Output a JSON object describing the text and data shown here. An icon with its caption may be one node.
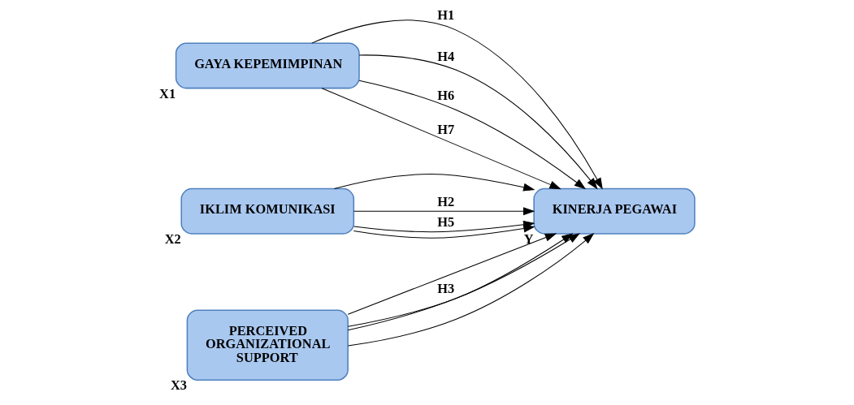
{
  "diagram": {
    "nodes": [
      {
        "text": [
          "GAYA KEPEMIMPINAN"
        ],
        "beside": [
          "X1"
        ]
      },
      {
        "text": [
          "IKLIM KOMUNIKASI"
        ],
        "beside": [
          "X2"
        ]
      },
      {
        "text": [
          "PERCEIVED ORGANIZATIONAL SUPPORT"
        ],
        "beside": [
          "X3"
        ]
      },
      {
        "text": [
          "KINERJA PEGAWAI"
        ],
        "beside": [
          "Y"
        ]
      }
    ],
    "edges": [
      {
        "from": 0,
        "to": 3,
        "arrow": "to",
        "label": "H1"
      },
      {
        "from": 0,
        "to": 3,
        "arrow": "to",
        "label": "H4"
      },
      {
        "from": 1,
        "to": 3,
        "arrow": "to"
      },
      {
        "from": 1,
        "to": 3,
        "arrow": "to",
        "label": "H2"
      },
      {
        "from": 1,
        "to": 3,
        "arrow": "to",
        "label": "H5"
      },
      {
        "from": 2,
        "to": 3,
        "arrow": "to"
      },
      {
        "from": 2,
        "to": 3,
        "arrow": "to",
        "label": "H3"
      },
      {
        "from": 0,
        "to": 3,
        "arrow": "to",
        "label": "H6"
      },
      {
        "from": 2,
        "to": 3,
        "arrow": "to"
      },
      {
        "from": 0,
        "to": 3,
        "arrow": "to",
        "label": "H7"
      },
      {
        "from": 1,
        "to": 3,
        "arrow": "to"
      },
      {
        "from": 2,
        "to": 3,
        "arrow": "to"
      }
    ]
  }
}
